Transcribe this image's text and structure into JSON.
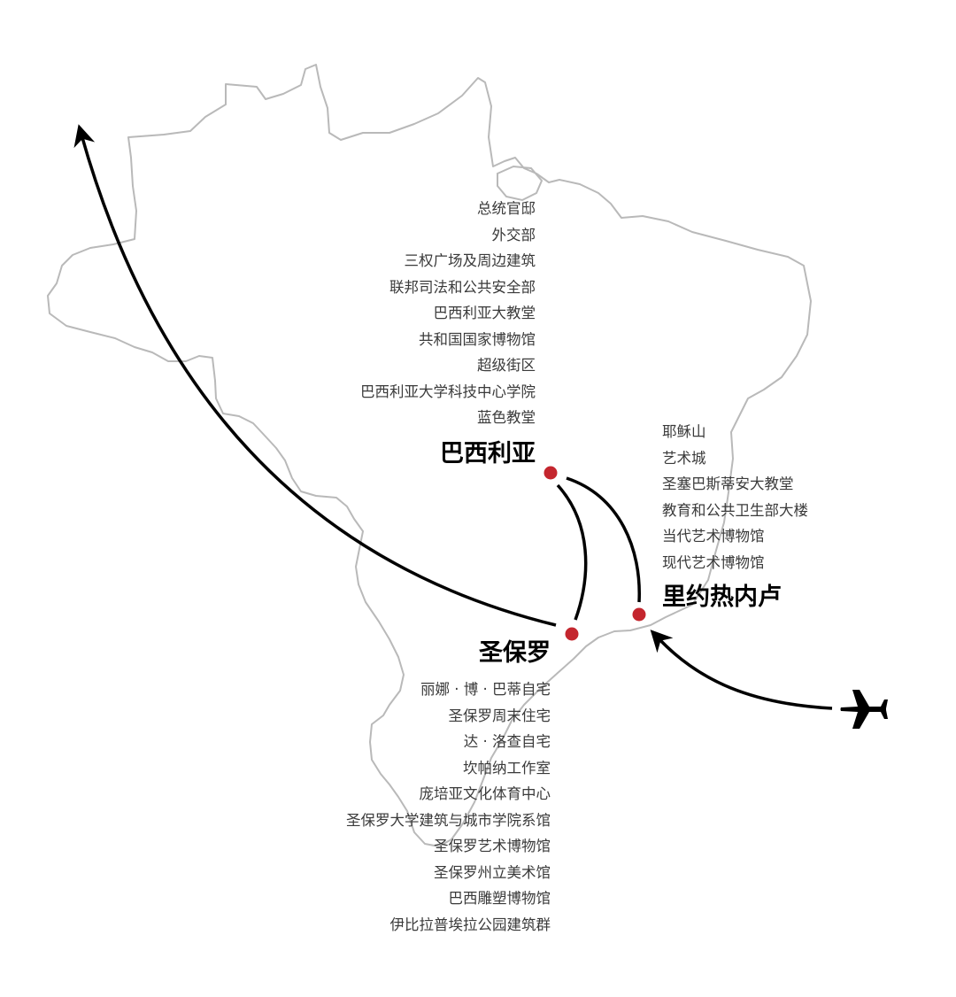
{
  "colors": {
    "country_outline": "#b9b9b9",
    "route": "#000000",
    "city_dot": "#c4262e",
    "list_text": "#3a3a3a"
  },
  "icons": {
    "plane": "airplane-icon"
  },
  "cities": {
    "brasilia": {
      "name": "巴西利亚",
      "places": [
        "总统官邸",
        "外交部",
        "三权广场及周边建筑",
        "联邦司法和公共安全部",
        "巴西利亚大教堂",
        "共和国国家博物馆",
        "超级街区",
        "巴西利亚大学科技中心学院",
        "蓝色教堂"
      ]
    },
    "rio": {
      "name": "里约热内卢",
      "places": [
        "耶稣山",
        "艺术城",
        "圣塞巴斯蒂安大教堂",
        "教育和公共卫生部大楼",
        "当代艺术博物馆",
        "现代艺术博物馆"
      ]
    },
    "saopaulo": {
      "name": "圣保罗",
      "places": [
        "丽娜 · 博 · 巴蒂自宅",
        "圣保罗周末住宅",
        "达 · 洛查自宅",
        "坎帕纳工作室",
        "庞培亚文化体育中心",
        "圣保罗大学建筑与城市学院系馆",
        "圣保罗艺术博物馆",
        "圣保罗州立美术馆",
        "巴西雕塑博物馆",
        "伊比拉普埃拉公园建筑群"
      ]
    }
  }
}
